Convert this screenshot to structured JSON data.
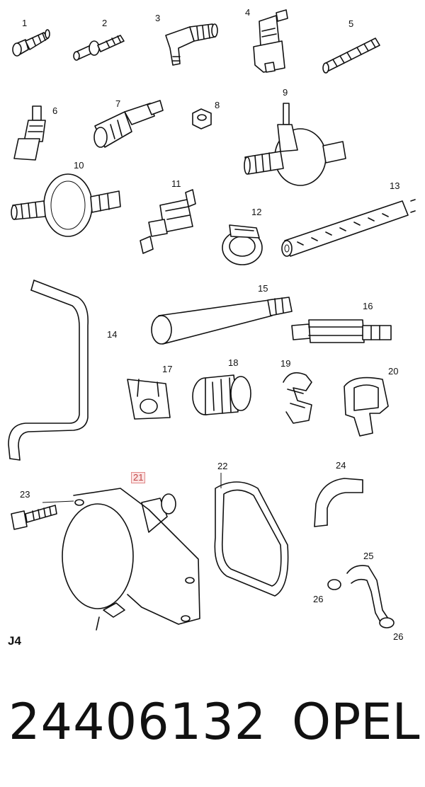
{
  "diagram": {
    "section_code": "J4",
    "callouts": [
      "1",
      "2",
      "3",
      "4",
      "5",
      "6",
      "7",
      "8",
      "9",
      "10",
      "11",
      "12",
      "13",
      "14",
      "15",
      "16",
      "17",
      "18",
      "19",
      "20",
      "21",
      "22",
      "23",
      "24",
      "25",
      "26",
      "26"
    ],
    "highlighted_callout": "21"
  },
  "footer": {
    "part_number": "24406132",
    "brand": "OPEL"
  }
}
